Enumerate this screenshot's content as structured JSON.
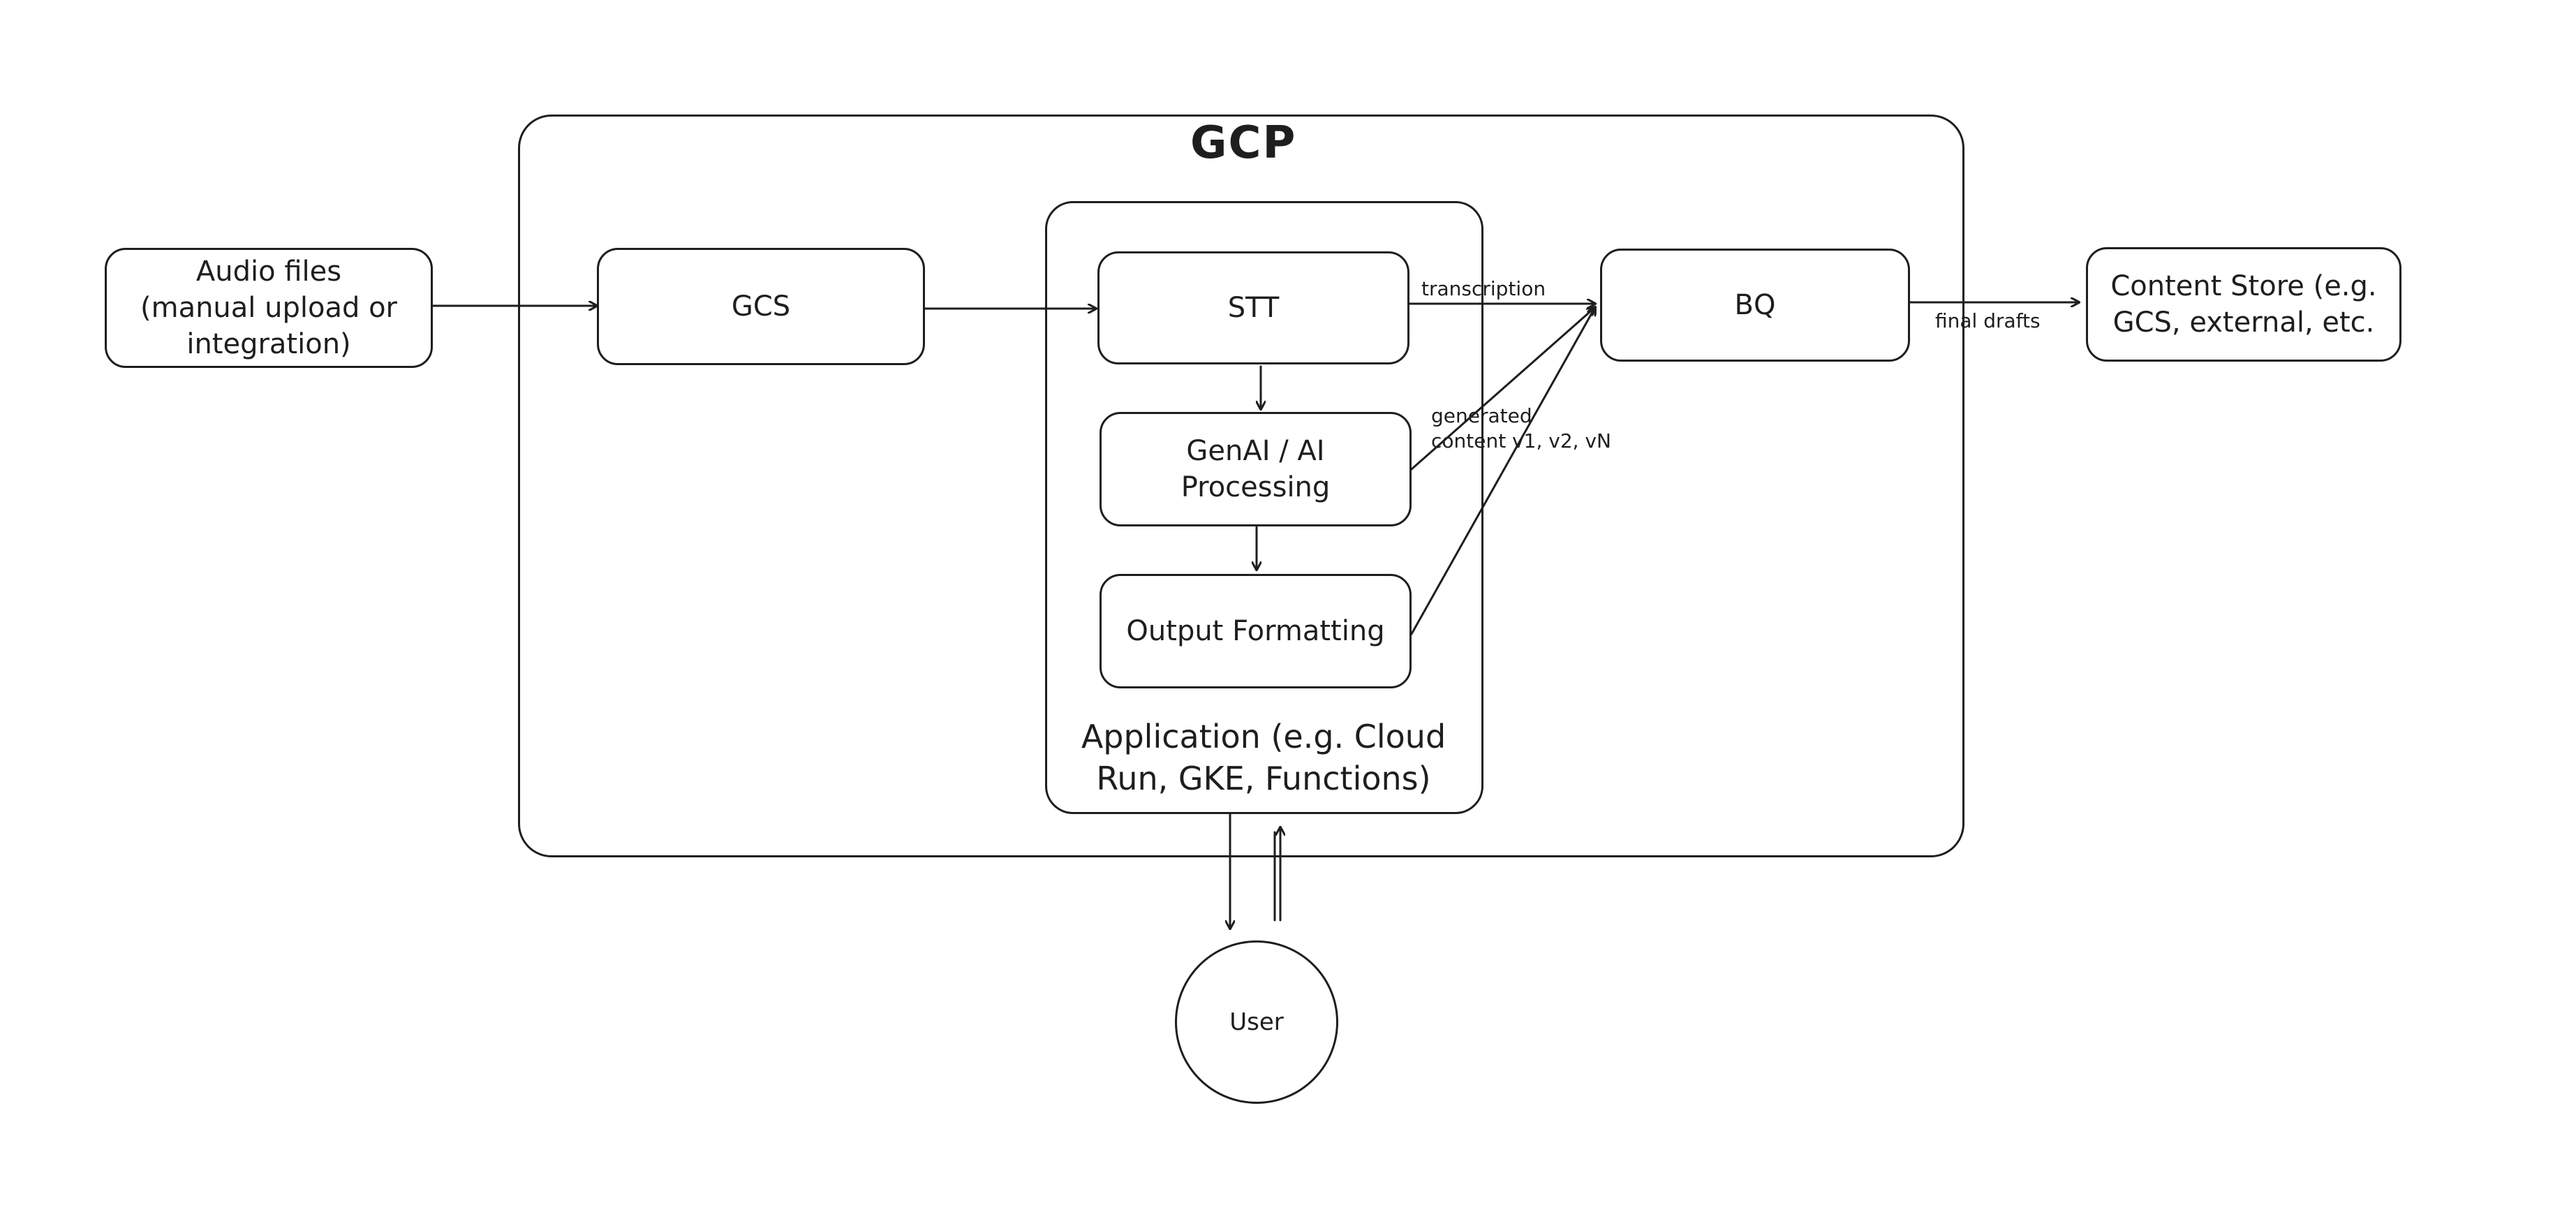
{
  "regions": {
    "gcp_title": "GCP",
    "application_caption_line1": "Application (e.g. Cloud",
    "application_caption_line2": "Run, GKE, Functions)"
  },
  "nodes": {
    "audio_files_line1": "Audio files",
    "audio_files_line2": "(manual upload or",
    "audio_files_line3": "integration)",
    "gcs": "GCS",
    "stt": "STT",
    "genai_line1": "GenAI / AI",
    "genai_line2": "Processing",
    "output_formatting": "Output Formatting",
    "bq": "BQ",
    "content_store_line1": "Content Store (e.g.",
    "content_store_line2": "GCS, external, etc.",
    "user": "User"
  },
  "edges": {
    "transcription": "transcription",
    "generated_line1": "generated",
    "generated_line2": "content v1, v2, vN",
    "final_drafts": "final drafts"
  }
}
